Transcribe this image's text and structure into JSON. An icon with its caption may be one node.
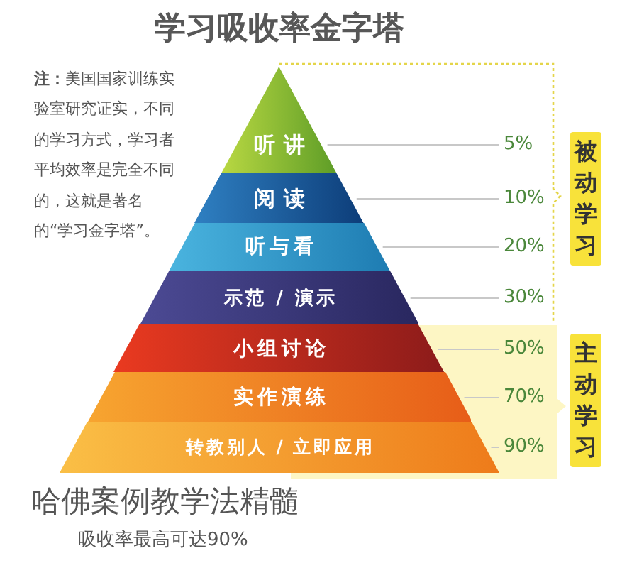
{
  "diagram": {
    "title": "学习吸收率金字塔",
    "caption": "哈佛案例教学法精髓",
    "nodes": [
      {
        "text": [
          "听讲"
        ]
      },
      {
        "text": [
          "阅读"
        ]
      },
      {
        "text": [
          "听与看"
        ]
      },
      {
        "text": [
          "示范 / 演示"
        ]
      },
      {
        "text": [
          "小组讨论"
        ]
      },
      {
        "text": [
          "实作演练"
        ]
      },
      {
        "text": [
          "转教别人 / 立即应用"
        ]
      },
      {
        "text": [
          "5%"
        ]
      },
      {
        "text": [
          "10%"
        ]
      },
      {
        "text": [
          "20%"
        ]
      },
      {
        "text": [
          "30%"
        ]
      },
      {
        "text": [
          "50%"
        ]
      },
      {
        "text": [
          "70%"
        ]
      },
      {
        "text": [
          "90%"
        ]
      },
      {
        "text": [
          "被动学习"
        ]
      },
      {
        "text": [
          "主动学习"
        ]
      }
    ],
    "edges": [
      {
        "from": 0,
        "to": 7,
        "arrow": "none"
      },
      {
        "from": 1,
        "to": 8,
        "arrow": "none"
      },
      {
        "from": 2,
        "to": 9,
        "arrow": "none"
      },
      {
        "from": 3,
        "to": 10,
        "arrow": "none"
      },
      {
        "from": 4,
        "to": 11,
        "arrow": "none"
      },
      {
        "from": 5,
        "to": 12,
        "arrow": "none"
      },
      {
        "from": 6,
        "to": 13,
        "arrow": "none"
      }
    ],
    "labels": [
      "**注：**美国国家训练实验室研究证实，不同的学习方式，学习者平均效率是完全不同的，这就是著名的“学习金字塔”。",
      "吸收率最高可达90%"
    ]
  }
}
